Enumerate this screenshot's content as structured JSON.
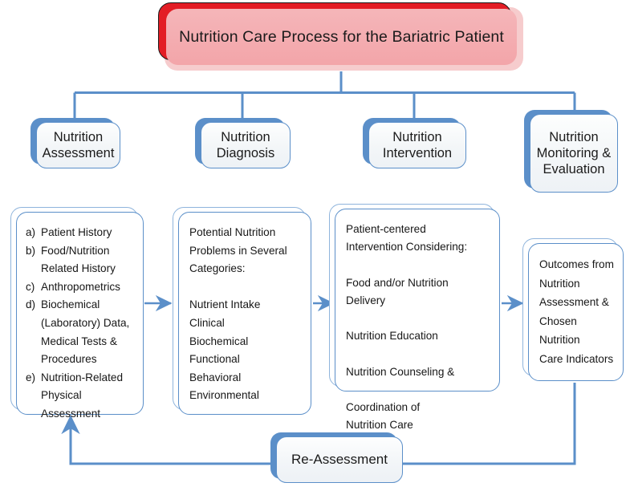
{
  "diagram": {
    "title": "Nutrition Care Process for the Bariatric Patient",
    "colors": {
      "title_red": "#e31d25",
      "title_pink": "#f4aeb2",
      "box_blue": "#5b8fc9",
      "box_fill": "#f3f6f8",
      "text": "#1b1b1b"
    },
    "stages": [
      {
        "id": "assessment",
        "label": "Nutrition\nAssessment"
      },
      {
        "id": "diagnosis",
        "label": "Nutrition\nDiagnosis"
      },
      {
        "id": "intervention",
        "label": "Nutrition\nIntervention"
      },
      {
        "id": "monitoring",
        "label": "Nutrition\nMonitoring\n&\nEvaluation"
      }
    ],
    "details": [
      {
        "id": "assessment-detail",
        "kind": "list",
        "items": [
          {
            "marker": "a)",
            "text": "Patient History"
          },
          {
            "marker": "b)",
            "text": "Food/Nutrition\nRelated History"
          },
          {
            "marker": "c)",
            "text": "Anthropometrics"
          },
          {
            "marker": "d)",
            "text": "Biochemical\n(Laboratory) Data,\nMedical Tests &\nProcedures"
          },
          {
            "marker": "e)",
            "text": "Nutrition-Related\nPhysical Assessment"
          }
        ]
      },
      {
        "id": "diagnosis-detail",
        "kind": "text",
        "text": "Potential Nutrition\nProblems in Several\nCategories:\n\nNutrient Intake\nClinical\nBiochemical\nFunctional\nBehavioral\nEnvironmental"
      },
      {
        "id": "intervention-detail",
        "kind": "text",
        "text": "Patient-centered\nIntervention Considering:\n\nFood and/or Nutrition\nDelivery\n\nNutrition Education\n\nNutrition Counseling &\n\nCoordination of\nNutrition Care"
      },
      {
        "id": "monitoring-detail",
        "kind": "text",
        "text": "Outcomes from\nNutrition\nAssessment &\nChosen Nutrition\nCare Indicators"
      }
    ],
    "feedback": {
      "label": "Re-Assessment"
    }
  }
}
